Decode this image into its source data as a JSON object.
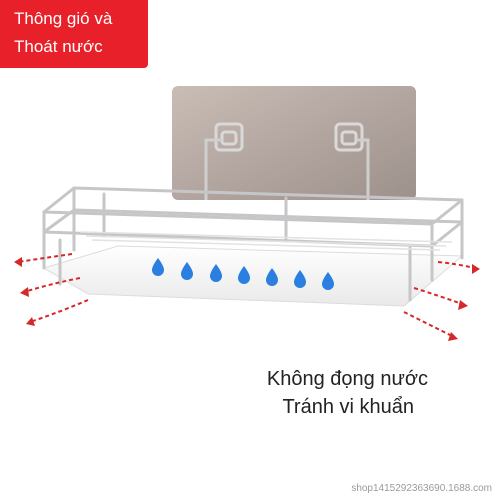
{
  "banner": {
    "line1": "Thông gió và",
    "line2": "Thoát nước",
    "color": "#e8202a"
  },
  "caption": {
    "line1": "Không đọng nước",
    "line2": "Tránh vi khuẩn"
  },
  "watermark": "shop1415292363690.1688.com",
  "colors": {
    "drop": "#2b7fe0",
    "airflow": "#d62828",
    "plate": "#b8aca6"
  }
}
